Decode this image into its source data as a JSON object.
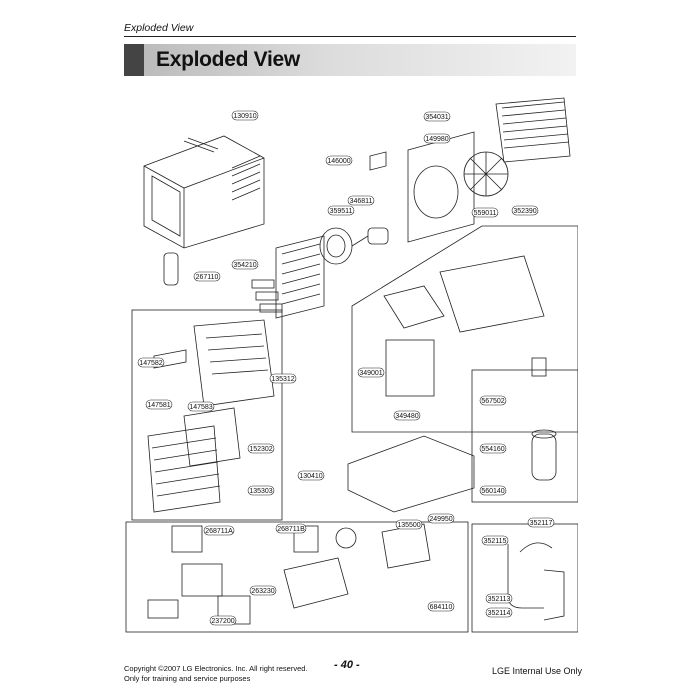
{
  "header": {
    "section_label": "Exploded View",
    "title": "Exploded View"
  },
  "callouts": {
    "c130910": "130910",
    "c354031": "354031",
    "c149980": "149980",
    "c146000": "146000",
    "c346811": "346811",
    "c359511": "359511",
    "c559011": "559011",
    "c352390": "352390",
    "c354210": "354210",
    "c267110": "267110",
    "c147582": "147582",
    "c147581": "147581",
    "c147583": "147583",
    "c135312": "135312",
    "c152302": "152302",
    "c135303": "135303",
    "c349001": "349001",
    "c349480": "349480",
    "c130410": "130410",
    "c567502": "567502",
    "c554160": "554160",
    "c560140": "560140",
    "c268711A": "268711A",
    "c268711B": "268711B",
    "c135500": "135500",
    "c249950": "249950",
    "c352115": "352115",
    "c352117": "352117",
    "c263230": "263230",
    "c352113": "352113",
    "c352114": "352114",
    "c237200": "237200",
    "c684110": "684110"
  },
  "footer": {
    "copyright": "Copyright ©2007 LG Electronics. Inc. All right reserved.",
    "notice": "Only for training and service purposes",
    "page_number": "- 40 -",
    "internal": "LGE Internal Use Only"
  }
}
